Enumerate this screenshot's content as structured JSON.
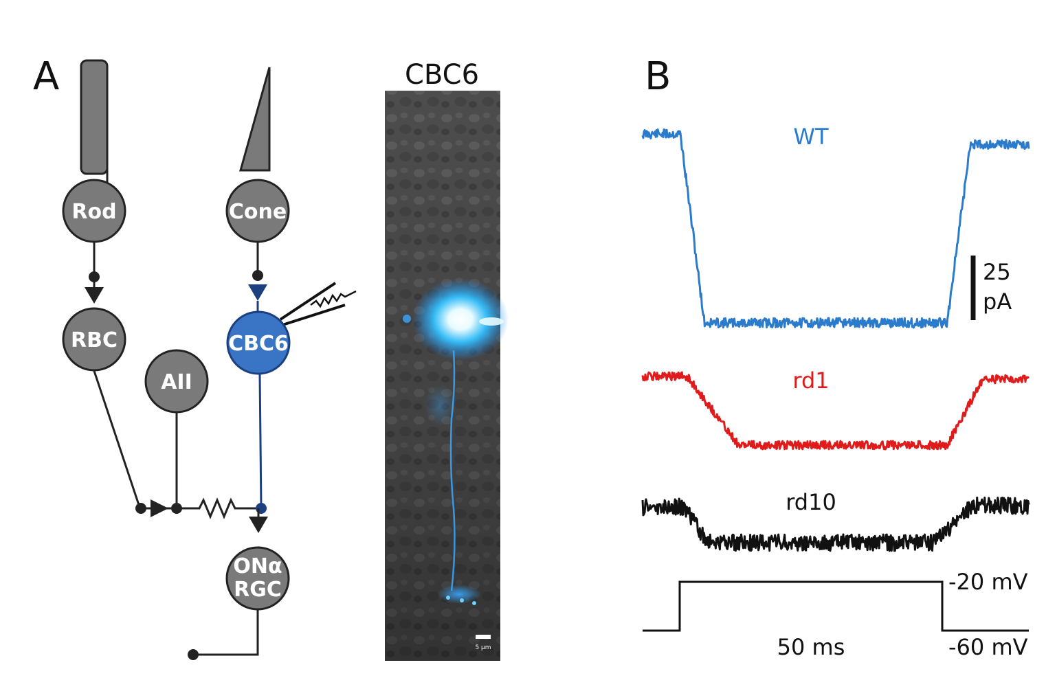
{
  "panels": {
    "a": "A",
    "b": "B"
  },
  "circuit": {
    "nodes": {
      "rod": "Rod",
      "cone": "Cone",
      "rbc": "RBC",
      "aii": "AII",
      "cbc6": "CBC6",
      "onalpha_line1": "ONα",
      "onalpha_line2": "RGC"
    },
    "colors": {
      "cell_gray": "#7a7a7a",
      "cbc6_blue": "#3a74c4",
      "blue_wire": "#1c3f80"
    }
  },
  "micrograph": {
    "title": "CBC6",
    "scale_bar": "5 µm"
  },
  "traces": {
    "wt": {
      "label": "WT",
      "color": "#2b7bcc"
    },
    "rd1": {
      "label": "rd1",
      "color": "#e01b1b"
    },
    "rd10": {
      "label": "rd10",
      "color": "#111111"
    }
  },
  "scale": {
    "value": "25",
    "unit": "pA"
  },
  "stimulus": {
    "high": "-20 mV",
    "low": "-60 mV",
    "duration": "50 ms"
  }
}
